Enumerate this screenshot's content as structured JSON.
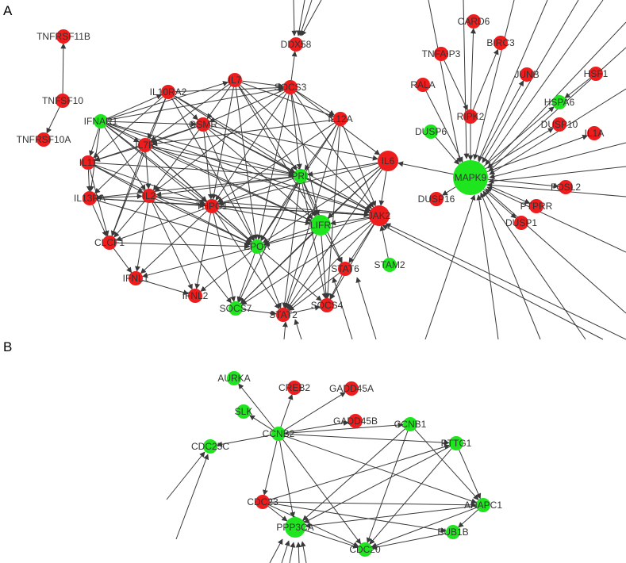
{
  "panels": {
    "a": "A",
    "b": "B"
  },
  "colors": {
    "up": "#ee1c1c",
    "down": "#1fe51f",
    "edge": "#3a3a3a",
    "text": "#333333"
  },
  "nodes": [
    {
      "id": "TNFRSF11B",
      "label": "TNFRSF11B",
      "color": "up",
      "size": "s"
    },
    {
      "id": "TNFSF10",
      "label": "TNFSF10",
      "color": "up",
      "size": "s"
    },
    {
      "id": "TNFRSF10A",
      "label": "TNFRSF10A",
      "color": "up",
      "size": "s"
    },
    {
      "id": "IFNAR1",
      "label": "IFNAR1",
      "color": "down",
      "size": "s"
    },
    {
      "id": "IL10RA2",
      "label": "IL10RA2",
      "color": "up",
      "size": "s"
    },
    {
      "id": "IL7",
      "label": "IL7",
      "color": "up",
      "size": "s"
    },
    {
      "id": "SOCS3",
      "label": "SOCS3",
      "color": "up",
      "size": "s"
    },
    {
      "id": "DDX58",
      "label": "DDX58",
      "color": "up",
      "size": "s"
    },
    {
      "id": "OSMR",
      "label": "OSMR",
      "color": "up",
      "size": "s"
    },
    {
      "id": "IL12A",
      "label": "IL12A",
      "color": "up",
      "size": "s"
    },
    {
      "id": "IL7R",
      "label": "IL7R",
      "color": "up",
      "size": "s"
    },
    {
      "id": "IL6",
      "label": "IL6",
      "color": "up",
      "size": "m"
    },
    {
      "id": "IL11",
      "label": "IL11",
      "color": "up",
      "size": "s"
    },
    {
      "id": "PRL",
      "label": "PRL",
      "color": "down",
      "size": "s"
    },
    {
      "id": "IL13RA",
      "label": "IL13RA",
      "color": "up",
      "size": "s"
    },
    {
      "id": "IL2",
      "label": "IL2",
      "color": "up",
      "size": "s"
    },
    {
      "id": "THPO",
      "label": "THPO1",
      "color": "up",
      "size": "s"
    },
    {
      "id": "JAK2",
      "label": "JAK2",
      "color": "up",
      "size": "m"
    },
    {
      "id": "LIFR",
      "label": "LIFR",
      "color": "down",
      "size": "m"
    },
    {
      "id": "CLC",
      "label": "CLCF1",
      "color": "up",
      "size": "s"
    },
    {
      "id": "EPOR",
      "label": "EPOR",
      "color": "down",
      "size": "s"
    },
    {
      "id": "STAM2",
      "label": "STAM2",
      "color": "down",
      "size": "s"
    },
    {
      "id": "STAT6",
      "label": "STAT6",
      "color": "up",
      "size": "s"
    },
    {
      "id": "IFNL1",
      "label": "IFNL1",
      "color": "up",
      "size": "s"
    },
    {
      "id": "IFNL2",
      "label": "IFNL2",
      "color": "up",
      "size": "s"
    },
    {
      "id": "SOCS7",
      "label": "SOCS7",
      "color": "down",
      "size": "s"
    },
    {
      "id": "STAT2",
      "label": "STAT2",
      "color": "up",
      "size": "s"
    },
    {
      "id": "SOCS4",
      "label": "SOCS4",
      "color": "up",
      "size": "s"
    },
    {
      "id": "CARD6",
      "label": "CARD6",
      "color": "up",
      "size": "s"
    },
    {
      "id": "TNFAIP3",
      "label": "TNFAIP3",
      "color": "up",
      "size": "s"
    },
    {
      "id": "BIRC3",
      "label": "BIRC3",
      "color": "up",
      "size": "s"
    },
    {
      "id": "JUNB",
      "label": "JUNB",
      "color": "up",
      "size": "s"
    },
    {
      "id": "HSF1",
      "label": "HSF1",
      "color": "up",
      "size": "s"
    },
    {
      "id": "RALA",
      "label": "RALA",
      "color": "up",
      "size": "s"
    },
    {
      "id": "HSPA6",
      "label": "HSPA6",
      "color": "down",
      "size": "s"
    },
    {
      "id": "RIPK2",
      "label": "RIPK2",
      "color": "up",
      "size": "s"
    },
    {
      "id": "DUSP10",
      "label": "DUSP10",
      "color": "up",
      "size": "s"
    },
    {
      "id": "DUSP6",
      "label": "DUSP6",
      "color": "down",
      "size": "s"
    },
    {
      "id": "IL1A",
      "label": "IL1A",
      "color": "up",
      "size": "s"
    },
    {
      "id": "MAPK9",
      "label": "MAPK9",
      "color": "down",
      "size": "l"
    },
    {
      "id": "DUSP16",
      "label": "DUSP16",
      "color": "up",
      "size": "s"
    },
    {
      "id": "FOSL2",
      "label": "FOSL2",
      "color": "up",
      "size": "s"
    },
    {
      "id": "PTPRR",
      "label": "PTPRR",
      "color": "up",
      "size": "s"
    },
    {
      "id": "DUSP1",
      "label": "DUSP1",
      "color": "up",
      "size": "s"
    },
    {
      "id": "AURKA",
      "label": "AURKA",
      "color": "down",
      "size": "s"
    },
    {
      "id": "CREB2",
      "label": "CREB2",
      "color": "up",
      "size": "s"
    },
    {
      "id": "GADD45A",
      "label": "GADD45A",
      "color": "up",
      "size": "s"
    },
    {
      "id": "SLK",
      "label": "SLK",
      "color": "down",
      "size": "s"
    },
    {
      "id": "GADD45B",
      "label": "GADD45B",
      "color": "up",
      "size": "s"
    },
    {
      "id": "CCNB2",
      "label": "CCNB2",
      "color": "down",
      "size": "s"
    },
    {
      "id": "CCNB1",
      "label": "CCNB1",
      "color": "down",
      "size": "s"
    },
    {
      "id": "CDC25C",
      "label": "CDC25C",
      "color": "down",
      "size": "s"
    },
    {
      "id": "PTTG1",
      "label": "PTTG1",
      "color": "down",
      "size": "s"
    },
    {
      "id": "CDC23",
      "label": "CDC23",
      "color": "up",
      "size": "s"
    },
    {
      "id": "ANAPC1",
      "label": "ANAPC1",
      "color": "down",
      "size": "s"
    },
    {
      "id": "PPP3CA",
      "label": "PPP3CA",
      "color": "down",
      "size": "m"
    },
    {
      "id": "BUB1B",
      "label": "BUB1B",
      "color": "down",
      "size": "s"
    },
    {
      "id": "CDC20",
      "label": "CDC20",
      "color": "down",
      "size": "s"
    }
  ],
  "edges": [
    [
      "TNFSF10",
      "TNFRSF11B"
    ],
    [
      "TNFSF10",
      "TNFRSF10A"
    ],
    [
      "SOCS3",
      "DDX58"
    ],
    [
      "RIPK2",
      "CARD6"
    ],
    [
      "RIPK2",
      "BIRC3"
    ],
    [
      "TNFAIP3",
      "RIPK2"
    ],
    [
      "RALA",
      "MAPK9"
    ],
    [
      "MAPK9",
      "JUNB"
    ],
    [
      "MAPK9",
      "HSPA6"
    ],
    [
      "MAPK9",
      "DUSP10"
    ],
    [
      "MAPK9",
      "IL1A"
    ],
    [
      "MAPK9",
      "FOSL2"
    ],
    [
      "MAPK9",
      "PTPRR"
    ],
    [
      "MAPK9",
      "DUSP1"
    ],
    [
      "MAPK9",
      "DUSP16"
    ],
    [
      "MAPK9",
      "IL6"
    ],
    [
      "DUSP6",
      "MAPK9"
    ],
    [
      "HSF1",
      "HSPA6"
    ],
    [
      "RIPK2",
      "MAPK9"
    ],
    [
      "IFNAR1",
      "IL10RA2"
    ],
    [
      "IFNAR1",
      "IL7"
    ],
    [
      "IFNAR1",
      "SOCS3"
    ],
    [
      "IFNAR1",
      "OSMR"
    ],
    [
      "IFNAR1",
      "IL7R"
    ],
    [
      "IFNAR1",
      "PRL"
    ],
    [
      "IFNAR1",
      "JAK2"
    ],
    [
      "IFNAR1",
      "EPOR"
    ],
    [
      "IFNAR1",
      "LIFR"
    ],
    [
      "IFNAR1",
      "IL11"
    ],
    [
      "IFNAR1",
      "IL13RA"
    ],
    [
      "IFNAR1",
      "IL2"
    ],
    [
      "IFNAR1",
      "THPO"
    ],
    [
      "IL10RA2",
      "OSMR"
    ],
    [
      "IL10RA2",
      "IL7R"
    ],
    [
      "IL10RA2",
      "SOCS3"
    ],
    [
      "IL10RA2",
      "JAK2"
    ],
    [
      "IL10RA2",
      "PRL"
    ],
    [
      "IL10RA2",
      "IL11"
    ],
    [
      "IL10RA2",
      "CLC"
    ],
    [
      "IL10RA2",
      "EPOR"
    ],
    [
      "IL7",
      "IL7R"
    ],
    [
      "IL7",
      "OSMR"
    ],
    [
      "IL7",
      "SOCS3"
    ],
    [
      "IL7",
      "JAK2"
    ],
    [
      "IL7",
      "PRL"
    ],
    [
      "IL7",
      "IL12A"
    ],
    [
      "IL7",
      "EPOR"
    ],
    [
      "IL7",
      "THPO"
    ],
    [
      "IL7",
      "LIFR"
    ],
    [
      "SOCS3",
      "OSMR"
    ],
    [
      "SOCS3",
      "IL12A"
    ],
    [
      "SOCS3",
      "PRL"
    ],
    [
      "SOCS3",
      "JAK2"
    ],
    [
      "SOCS3",
      "IL6"
    ],
    [
      "SOCS3",
      "EPOR"
    ],
    [
      "SOCS3",
      "IL2"
    ],
    [
      "SOCS3",
      "THPO"
    ],
    [
      "SOCS3",
      "LIFR"
    ],
    [
      "OSMR",
      "IL7R"
    ],
    [
      "OSMR",
      "PRL"
    ],
    [
      "OSMR",
      "LIFR"
    ],
    [
      "OSMR",
      "JAK2"
    ],
    [
      "OSMR",
      "IL6"
    ],
    [
      "OSMR",
      "EPOR"
    ],
    [
      "OSMR",
      "IL2"
    ],
    [
      "OSMR",
      "THPO"
    ],
    [
      "OSMR",
      "IL11"
    ],
    [
      "IL12A",
      "PRL"
    ],
    [
      "IL12A",
      "JAK2"
    ],
    [
      "IL12A",
      "THPO"
    ],
    [
      "IL12A",
      "EPOR"
    ],
    [
      "IL12A",
      "IL7R"
    ],
    [
      "IL12A",
      "STAT2"
    ],
    [
      "IL12A",
      "SOCS4"
    ],
    [
      "IL7R",
      "IL11"
    ],
    [
      "IL7R",
      "IL13RA"
    ],
    [
      "IL7R",
      "IL2"
    ],
    [
      "IL7R",
      "THPO"
    ],
    [
      "IL7R",
      "CLC"
    ],
    [
      "IL7R",
      "PRL"
    ],
    [
      "IL7R",
      "JAK2"
    ],
    [
      "IL7R",
      "EPOR"
    ],
    [
      "IL7R",
      "LIFR"
    ],
    [
      "IL6",
      "PRL"
    ],
    [
      "IL6",
      "JAK2"
    ],
    [
      "IL6",
      "LIFR"
    ],
    [
      "IL6",
      "EPOR"
    ],
    [
      "IL6",
      "THPO"
    ],
    [
      "IL6",
      "SOCS7"
    ],
    [
      "IL6",
      "STAT2"
    ],
    [
      "IL11",
      "IL13RA"
    ],
    [
      "IL11",
      "IL2"
    ],
    [
      "IL11",
      "THPO"
    ],
    [
      "IL11",
      "CLC"
    ],
    [
      "IL11",
      "EPOR"
    ],
    [
      "IL11",
      "PRL"
    ],
    [
      "PRL",
      "JAK2"
    ],
    [
      "PRL",
      "LIFR"
    ],
    [
      "PRL",
      "EPOR"
    ],
    [
      "PRL",
      "THPO"
    ],
    [
      "PRL",
      "IL2"
    ],
    [
      "PRL",
      "STAT6"
    ],
    [
      "PRL",
      "SOCS4"
    ],
    [
      "PRL",
      "STAT2"
    ],
    [
      "PRL",
      "SOCS7"
    ],
    [
      "PRL",
      "IL13RA"
    ],
    [
      "IL13RA",
      "IL2"
    ],
    [
      "IL13RA",
      "THPO"
    ],
    [
      "IL13RA",
      "CLC"
    ],
    [
      "IL13RA",
      "EPOR"
    ],
    [
      "IL13RA",
      "JAK2"
    ],
    [
      "IL2",
      "THPO"
    ],
    [
      "IL2",
      "CLC"
    ],
    [
      "IL2",
      "EPOR"
    ],
    [
      "IL2",
      "IFNL1"
    ],
    [
      "IL2",
      "IFNL2"
    ],
    [
      "IL2",
      "SOCS7"
    ],
    [
      "IL2",
      "JAK2"
    ],
    [
      "THPO",
      "JAK2"
    ],
    [
      "THPO",
      "EPOR"
    ],
    [
      "THPO",
      "LIFR"
    ],
    [
      "THPO",
      "CLC"
    ],
    [
      "THPO",
      "IFNL1"
    ],
    [
      "THPO",
      "IFNL2"
    ],
    [
      "THPO",
      "SOCS7"
    ],
    [
      "THPO",
      "STAT2"
    ],
    [
      "JAK2",
      "LIFR"
    ],
    [
      "JAK2",
      "EPOR"
    ],
    [
      "JAK2",
      "STAT6"
    ],
    [
      "JAK2",
      "STAT2"
    ],
    [
      "JAK2",
      "SOCS4"
    ],
    [
      "JAK2",
      "SOCS7"
    ],
    [
      "STAM2",
      "JAK2"
    ],
    [
      "LIFR",
      "EPOR"
    ],
    [
      "LIFR",
      "STAT6"
    ],
    [
      "LIFR",
      "SOCS4"
    ],
    [
      "LIFR",
      "SOCS7"
    ],
    [
      "LIFR",
      "STAT2"
    ],
    [
      "CLC",
      "EPOR"
    ],
    [
      "CLC",
      "IFNL1"
    ],
    [
      "EPOR",
      "IFNL1"
    ],
    [
      "EPOR",
      "IFNL2"
    ],
    [
      "EPOR",
      "SOCS7"
    ],
    [
      "EPOR",
      "STAT2"
    ],
    [
      "EPOR",
      "SOCS4"
    ],
    [
      "IFNL1",
      "IFNL2"
    ],
    [
      "SOCS7",
      "STAT2"
    ],
    [
      "STAT2",
      "SOCS4"
    ],
    [
      "STAT6",
      "SOCS4"
    ],
    [
      "STAT6",
      "STAT2"
    ],
    [
      "CCNB2",
      "AURKA"
    ],
    [
      "CCNB2",
      "CREB2"
    ],
    [
      "CCNB2",
      "SLK"
    ],
    [
      "CCNB2",
      "GADD45A"
    ],
    [
      "CCNB2",
      "GADD45B"
    ],
    [
      "CCNB2",
      "CCNB1"
    ],
    [
      "CCNB2",
      "CDC23"
    ],
    [
      "CCNB2",
      "ANAPC1"
    ],
    [
      "CCNB2",
      "PPP3CA"
    ],
    [
      "CCNB2",
      "CDC20"
    ],
    [
      "CCNB2",
      "PTTG1"
    ],
    [
      "CCNB2",
      "CDC25C"
    ],
    [
      "CCNB1",
      "CDC20"
    ],
    [
      "CCNB1",
      "PPP3CA"
    ],
    [
      "CCNB1",
      "ANAPC1"
    ],
    [
      "CDC23",
      "ANAPC1"
    ],
    [
      "CDC23",
      "PTTG1"
    ],
    [
      "CDC23",
      "CDC20"
    ],
    [
      "CDC23",
      "BUB1B"
    ],
    [
      "CDC23",
      "PPP3CA"
    ],
    [
      "PTTG1",
      "ANAPC1"
    ],
    [
      "PTTG1",
      "CDC20"
    ],
    [
      "PTTG1",
      "PPP3CA"
    ],
    [
      "ANAPC1",
      "CDC20"
    ],
    [
      "ANAPC1",
      "PPP3CA"
    ],
    [
      "ANAPC1",
      "BUB1B"
    ],
    [
      "BUB1B",
      "CDC20"
    ],
    [
      "PPP3CA",
      "CDC20"
    ]
  ]
}
